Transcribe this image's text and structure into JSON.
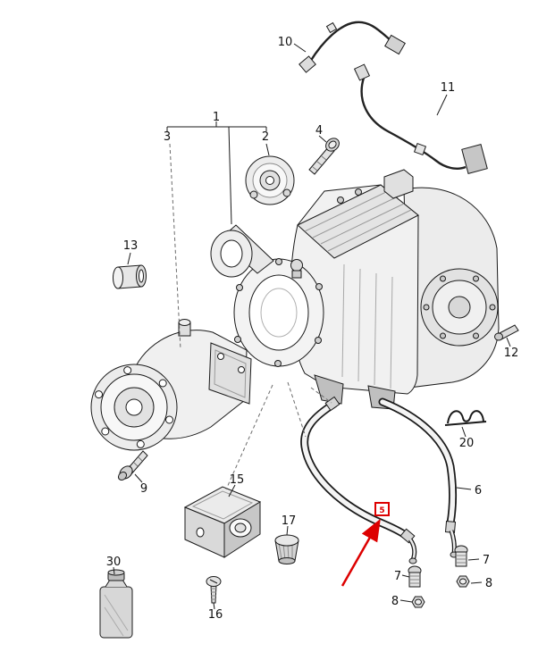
{
  "page": {
    "background": "#ffffff"
  },
  "diagram": {
    "type": "exploded-parts-diagram",
    "colors": {
      "line": "#1a1a1a",
      "highlight": "#dd0000",
      "background": "#ffffff"
    },
    "callouts": [
      {
        "label": "1"
      },
      {
        "label": "2"
      },
      {
        "label": "3"
      },
      {
        "label": "4"
      },
      {
        "label": "5",
        "highlighted": true
      },
      {
        "label": "6"
      },
      {
        "label": "7"
      },
      {
        "label": "7"
      },
      {
        "label": "8"
      },
      {
        "label": "8"
      },
      {
        "label": "9"
      },
      {
        "label": "10"
      },
      {
        "label": "11"
      },
      {
        "label": "12"
      },
      {
        "label": "13"
      },
      {
        "label": "15"
      },
      {
        "label": "16"
      },
      {
        "label": "17"
      },
      {
        "label": "20"
      },
      {
        "label": "30"
      }
    ]
  }
}
